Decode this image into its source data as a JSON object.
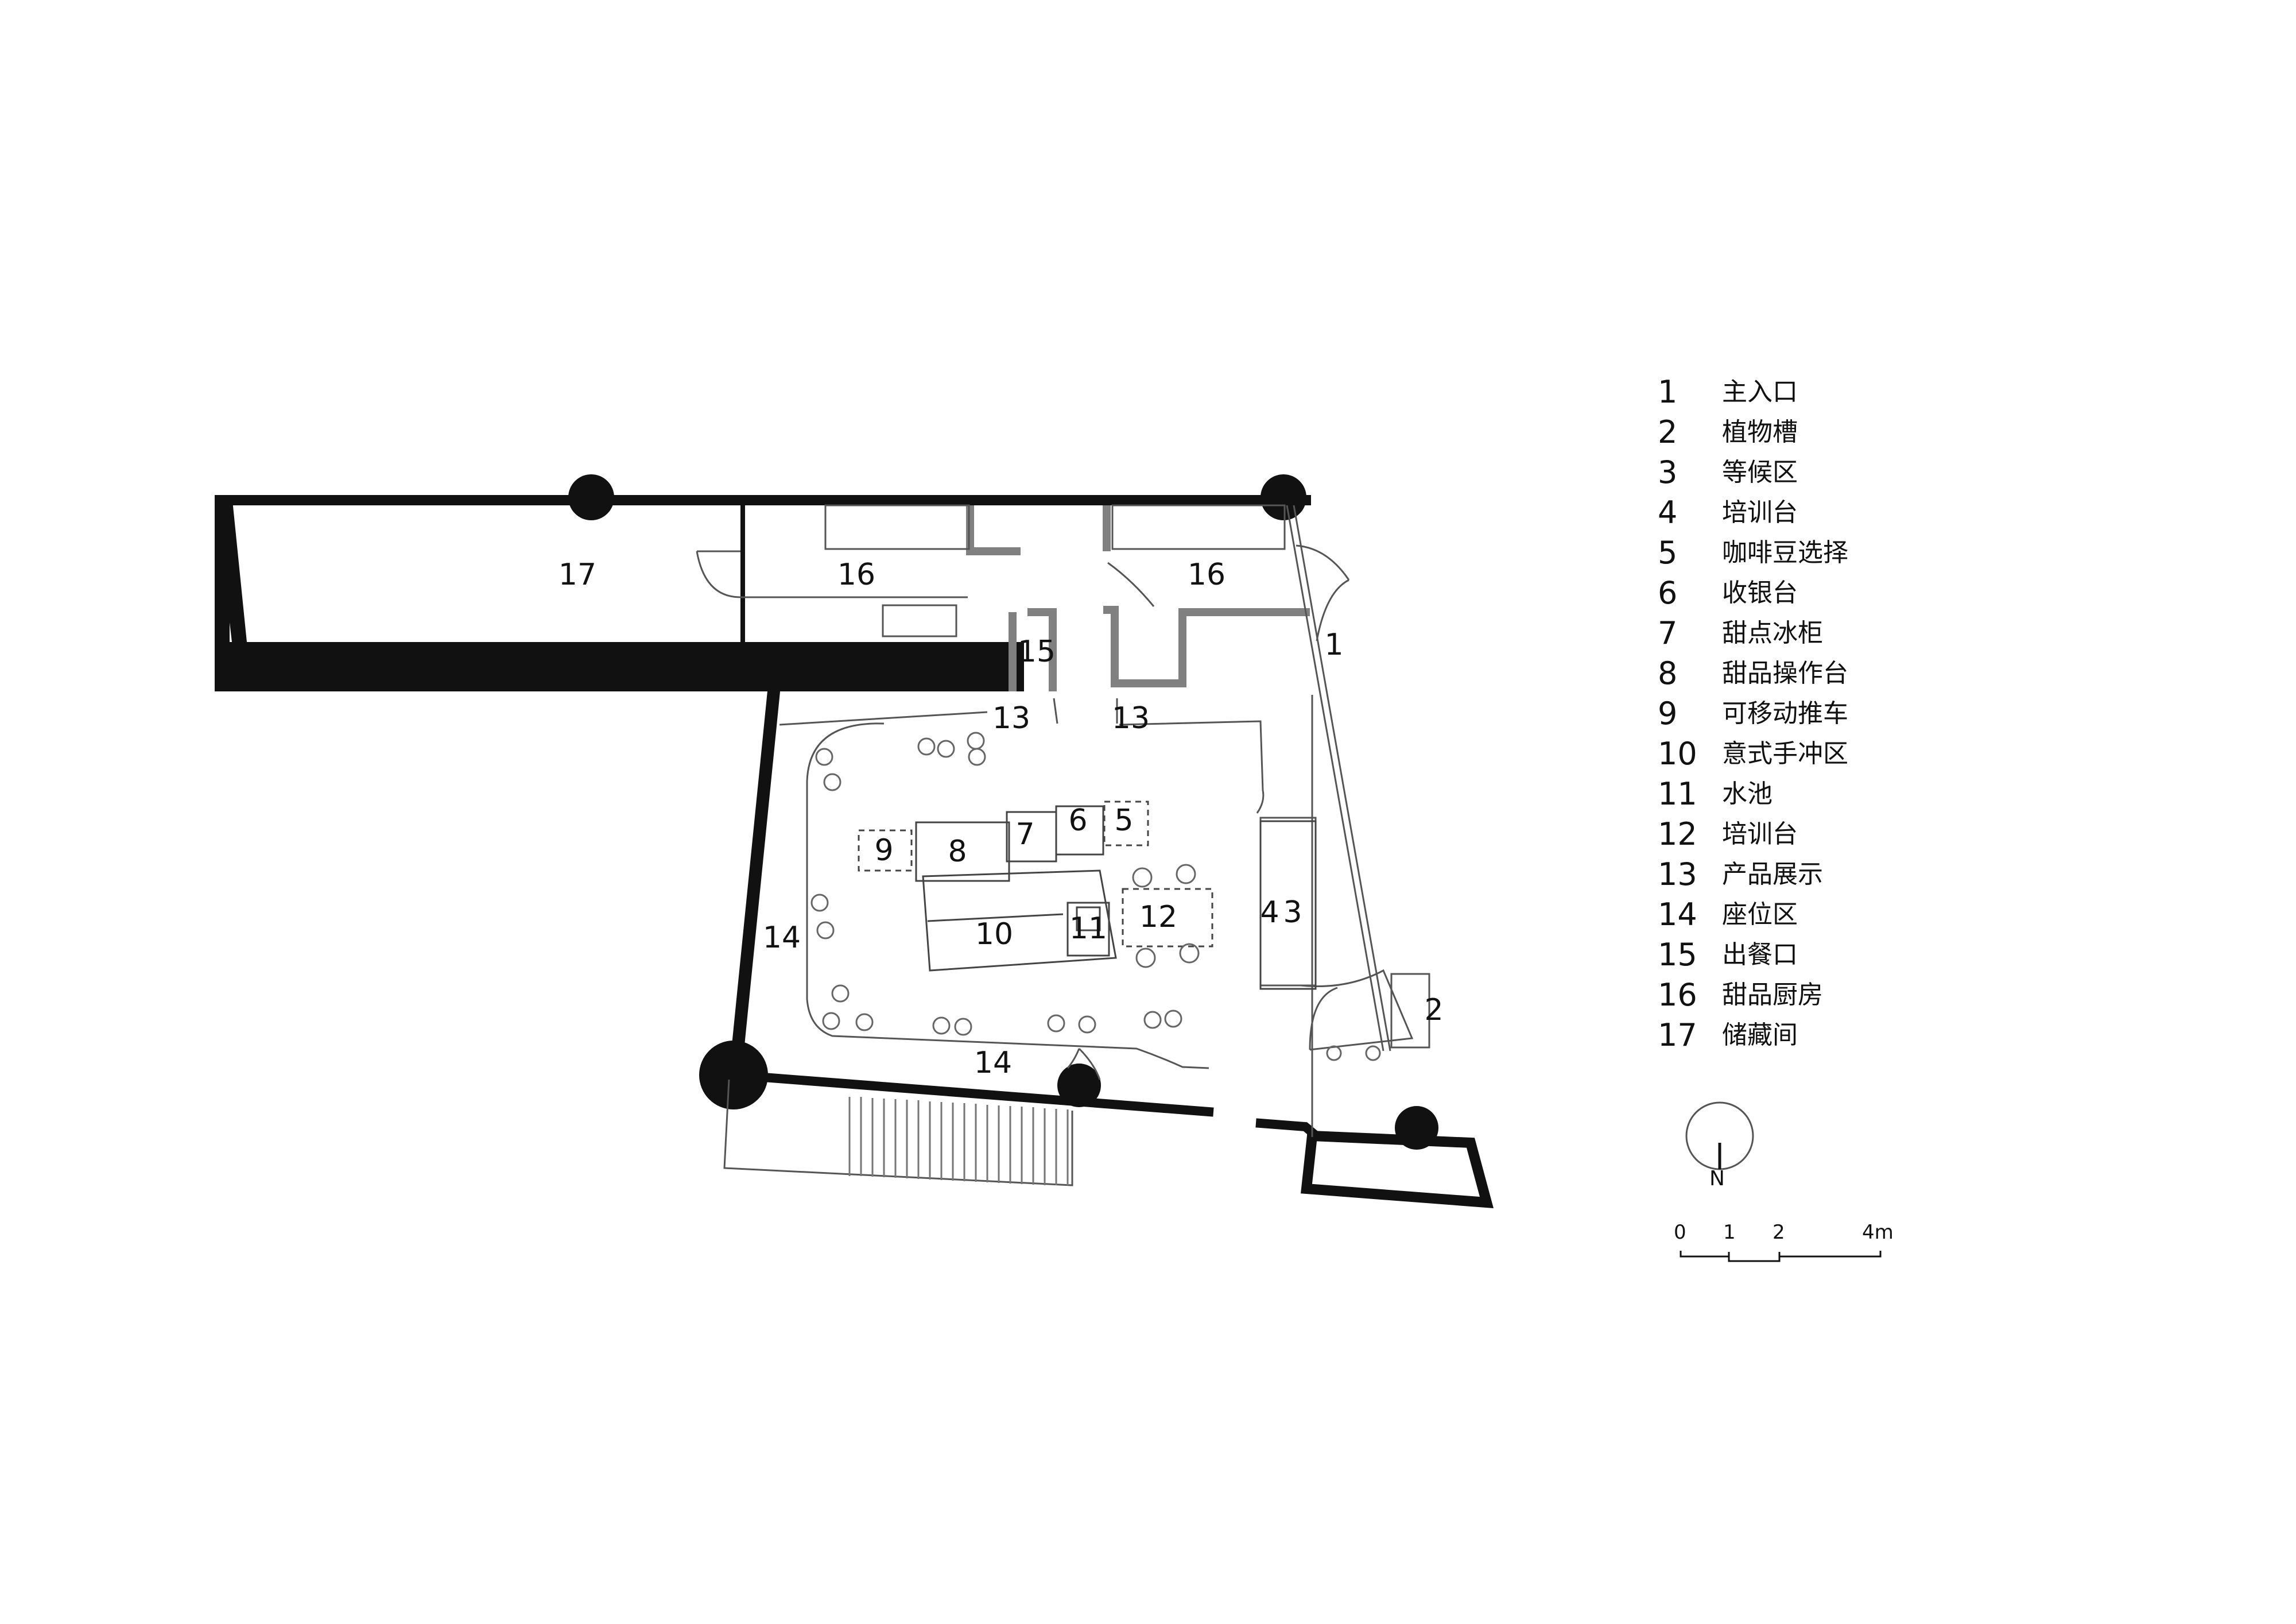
{
  "plan": {
    "room_labels": [
      {
        "id": "17",
        "text": "17"
      },
      {
        "id": "16a",
        "text": "16"
      },
      {
        "id": "16b",
        "text": "16"
      },
      {
        "id": "15",
        "text": "15"
      },
      {
        "id": "1",
        "text": "1"
      },
      {
        "id": "13a",
        "text": "13"
      },
      {
        "id": "13b",
        "text": "13"
      },
      {
        "id": "9",
        "text": "9"
      },
      {
        "id": "8",
        "text": "8"
      },
      {
        "id": "7",
        "text": "7"
      },
      {
        "id": "6",
        "text": "6"
      },
      {
        "id": "5",
        "text": "5"
      },
      {
        "id": "4",
        "text": "4"
      },
      {
        "id": "3",
        "text": "3"
      },
      {
        "id": "10",
        "text": "10"
      },
      {
        "id": "11",
        "text": "11"
      },
      {
        "id": "12",
        "text": "12"
      },
      {
        "id": "14a",
        "text": "14"
      },
      {
        "id": "14b",
        "text": "14"
      },
      {
        "id": "2",
        "text": "2"
      }
    ]
  },
  "legend": {
    "items": [
      {
        "num": "1",
        "name": "主入口"
      },
      {
        "num": "2",
        "name": "植物槽"
      },
      {
        "num": "3",
        "name": "等候区"
      },
      {
        "num": "4",
        "name": "培训台"
      },
      {
        "num": "5",
        "name": "咖啡豆选择"
      },
      {
        "num": "6",
        "name": "收银台"
      },
      {
        "num": "7",
        "name": "甜点冰柜"
      },
      {
        "num": "8",
        "name": "甜品操作台"
      },
      {
        "num": "9",
        "name": "可移动推车"
      },
      {
        "num": "10",
        "name": "意式手冲区"
      },
      {
        "num": "11",
        "name": "水池"
      },
      {
        "num": "12",
        "name": "培训台"
      },
      {
        "num": "13",
        "name": "产品展示"
      },
      {
        "num": "14",
        "name": "座位区"
      },
      {
        "num": "15",
        "name": "出餐口"
      },
      {
        "num": "16",
        "name": "甜品厨房"
      },
      {
        "num": "17",
        "name": "储藏间"
      }
    ]
  },
  "north_arrow": {
    "letter": "N"
  },
  "scale_bar": {
    "labels": [
      "0",
      "1",
      "2",
      "4m"
    ]
  }
}
